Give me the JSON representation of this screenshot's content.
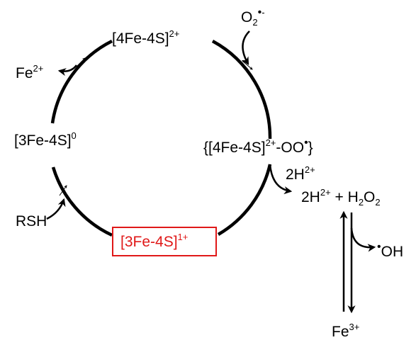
{
  "cycle": {
    "top": {
      "main": "[4Fe-4S]",
      "sup": "2+"
    },
    "right": {
      "open": "{[4Fe-4S]",
      "sup": "2+",
      "tail": "-OO",
      "close": "}"
    },
    "left": {
      "main": "[3Fe-4S]",
      "sup": "0"
    },
    "bottom": {
      "main": "[3Fe-4S]",
      "sup": "1+"
    }
  },
  "inputs": {
    "superoxide": {
      "main": "O",
      "sub": "2",
      "dot": "•",
      "sup": "-"
    },
    "fe2": {
      "main": "Fe",
      "sup": "2+"
    },
    "rsh": "RSH"
  },
  "products": {
    "h_in": {
      "main": "2H",
      "sup": "2+"
    },
    "h_out": {
      "main": "2H",
      "sup": "2+"
    },
    "plus": "+",
    "h2o2": {
      "main": "H",
      "sub": "2",
      "o": "O",
      "sub2": "2"
    },
    "oh": {
      "dot": "•",
      "main": "OH"
    },
    "fe3": {
      "main": "Fe",
      "sup": "3+"
    }
  },
  "colors": {
    "ink": "#000000",
    "highlight": "#e01818"
  }
}
